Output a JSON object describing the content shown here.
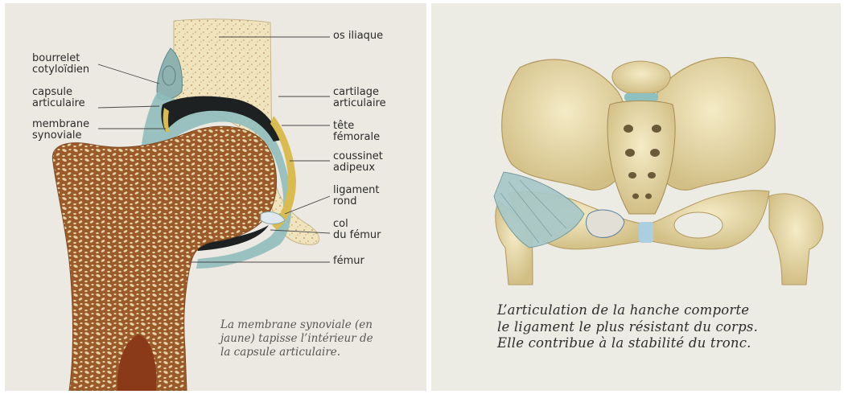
{
  "left_figure": {
    "labels": {
      "bourrelet": "bourrelet\ncotyloïdien",
      "capsule": "capsule\narticulaire",
      "membrane": "membrane\nsynoviale",
      "os_iliaque": "os iliaque",
      "cartilage": "cartilage\narticulaire",
      "tete_femorale": "tête\nfémorale",
      "coussinet": "coussinet\nadipeux",
      "ligament_rond": "ligament\nrond",
      "col_femur": "col\ndu fémur",
      "femur": "fémur"
    },
    "caption": "La membrane synoviale (en\njaune) tapisse l’intérieur de\nla capsule articulaire."
  },
  "right_figure": {
    "caption": "L’articulation de la hanche comporte\nle ligament le plus résistant du corps.\nElle contribue à la stabilité du tronc."
  },
  "colors": {
    "bone": "#e9dcae",
    "trabecular": "#8a4f24",
    "capsule": "#8cb8b8",
    "synovial": "#d8b84a",
    "joint_space": "#1f2223",
    "ligament": "#a9c7c7"
  }
}
